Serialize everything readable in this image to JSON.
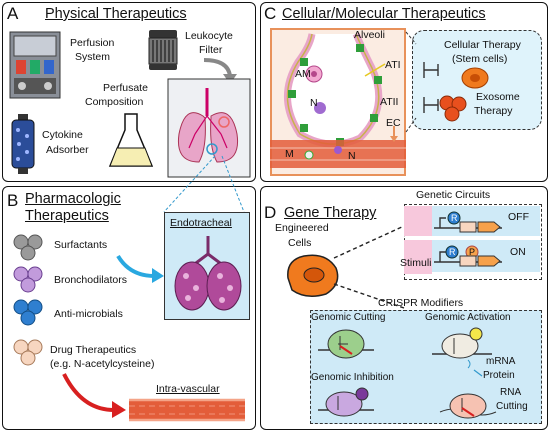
{
  "panelA": {
    "letter": "A",
    "title": "Physical Therapeutics",
    "perfusion_system": [
      "Perfusion",
      "System"
    ],
    "leukocyte_filter": [
      "Leukocyte",
      "Filter"
    ],
    "perfusate_composition": [
      "Perfusate",
      "Composition"
    ],
    "cytokine_adsorber": [
      "Cytokine",
      "Adsorber"
    ]
  },
  "panelB": {
    "letter": "B",
    "title": [
      "Pharmacologic",
      "Therapeutics"
    ],
    "items": [
      "Surfactants",
      "Bronchodilators",
      "Anti-microbials"
    ],
    "drug_therapeutics": [
      "Drug Therapeutics",
      "(e.g. N-acetylcysteine)"
    ],
    "endotracheal": "Endotracheal",
    "intravascular": "Intra-vascular"
  },
  "panelC": {
    "letter": "C",
    "title": "Cellular/Molecular Therapeutics",
    "alveoli": "Alveoli",
    "am": "AM",
    "ati": "ATI",
    "atii": "ATII",
    "n": "N",
    "ec": "EC",
    "m": "M",
    "n2": "N",
    "cellular_therapy": [
      "Cellular Therapy",
      "(Stem cells)"
    ],
    "exosome_therapy": [
      "Exosome",
      "Therapy"
    ]
  },
  "panelD": {
    "letter": "D",
    "title": "Gene Therapy",
    "engineered_cells": [
      "Engineered",
      "Cells"
    ],
    "genetic_circuits": "Genetic Circuits",
    "off": "OFF",
    "on": "ON",
    "stimuli": "Stimuli",
    "r": "R",
    "p": "P",
    "crispr_modifiers": "CRISPR Modifiers",
    "genomic_cutting": "Genomic Cutting",
    "genomic_activation": "Genomic Activation",
    "genomic_inhibition": "Genomic Inhibition",
    "mrna": "mRNA",
    "protein": "Protein",
    "rna_cutting": [
      "RNA",
      "Cutting"
    ]
  },
  "colors": {
    "lung_pink": "#e8a5c8",
    "light_blue": "#cfeaf7",
    "orange": "#f07a1e",
    "green": "#2f9e3a",
    "red": "#d82020"
  }
}
